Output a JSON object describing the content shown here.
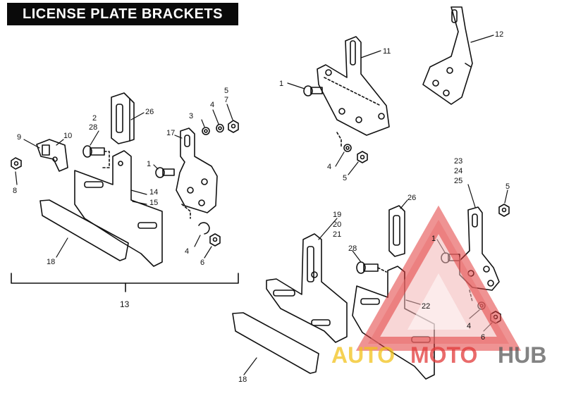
{
  "title": "LICENSE PLATE BRACKETS",
  "labels": {
    "l1a": "1",
    "l1b": "1",
    "l1c": "1",
    "l2": "2",
    "l28a": "28",
    "l28b": "28",
    "l3": "3",
    "l4a": "4",
    "l4b": "4",
    "l4c": "4",
    "l4d": "4",
    "l5a": "5",
    "l5b": "5",
    "l5c": "5",
    "l7": "7",
    "l6a": "6",
    "l6b": "6",
    "l8": "8",
    "l9": "9",
    "l10": "10",
    "l11": "11",
    "l12": "12",
    "l13": "13",
    "l14": "14",
    "l15": "15",
    "l17": "17",
    "l18a": "18",
    "l18b": "18",
    "l19": "19",
    "l20": "20",
    "l21": "21",
    "l22": "22",
    "l23": "23",
    "l24": "24",
    "l25": "25",
    "l26a": "26",
    "l26b": "26"
  },
  "watermark": {
    "part1": "AUTO",
    "part2": "MOTO",
    "part3": "HUB"
  },
  "colors": {
    "ink": "#111111",
    "watermark_red": "#e23a3a",
    "watermark_yellow": "#f2c21b",
    "watermark_gray": "#5a5a5a"
  }
}
